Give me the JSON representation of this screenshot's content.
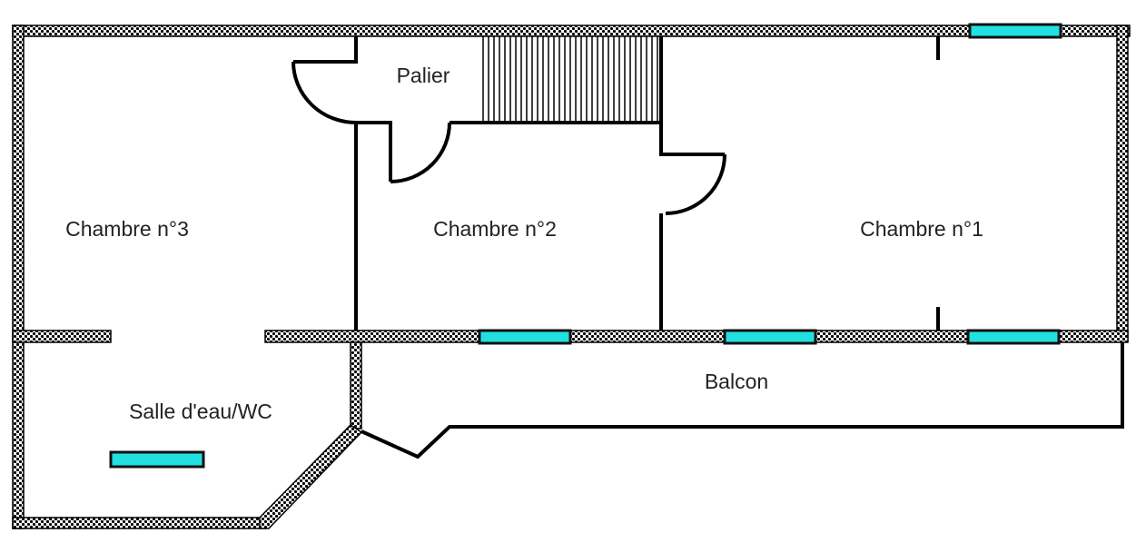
{
  "rooms": {
    "palier": "Palier",
    "chambre3": "Chambre n°3",
    "chambre2": "Chambre n°2",
    "chambre1": "Chambre n°1",
    "balcon": "Balcon",
    "salle_eau": "Salle d'eau/WC"
  },
  "colors": {
    "window": "#22e0e0",
    "wall": "#000000"
  }
}
